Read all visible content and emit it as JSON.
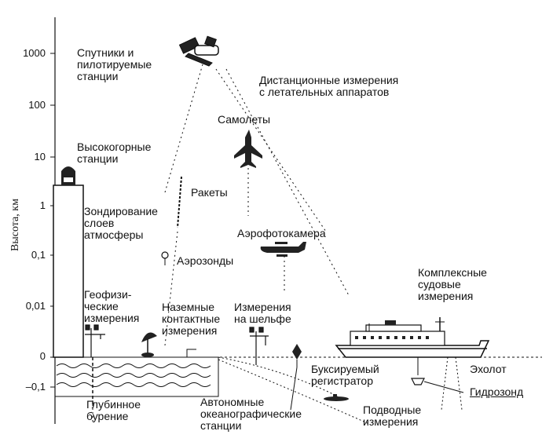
{
  "axis": {
    "title": "Высота, км",
    "ticks": [
      "1000",
      "100",
      "10",
      "1",
      "0,1",
      "0,01",
      "0",
      "–0,1"
    ]
  },
  "labels": {
    "satellites": "Спутники и\nпилотируемые\nстанции",
    "remote": "Дистанционные измерения\nс летательных аппаратов",
    "airplanes": "Самолеты",
    "highland": "Высокогорные\nстанции",
    "rockets": "Ракеты",
    "sounding": "Зондирование\nслоев\nатмосферы",
    "aerocamera": "Аэрофотокамера",
    "radiosondes": "Аэрозонды",
    "ship_complex": "Комплексные\nсудовые\nизмерения",
    "geophys": "Геофизи-\nческие\nизмерения",
    "ground_contact": "Наземные\nконтактные\nизмерения",
    "shelf": "Измерения\nна шельфе",
    "towed": "Буксируемый\nрегистратор",
    "echo": "Эхолот",
    "hydrosonde": "Гидрозонд",
    "drilling": "Глубинное\nбурение",
    "autonomous": "Автономные\nокеанографические\nстанции",
    "underwater": "Подводные\nизмерения"
  }
}
